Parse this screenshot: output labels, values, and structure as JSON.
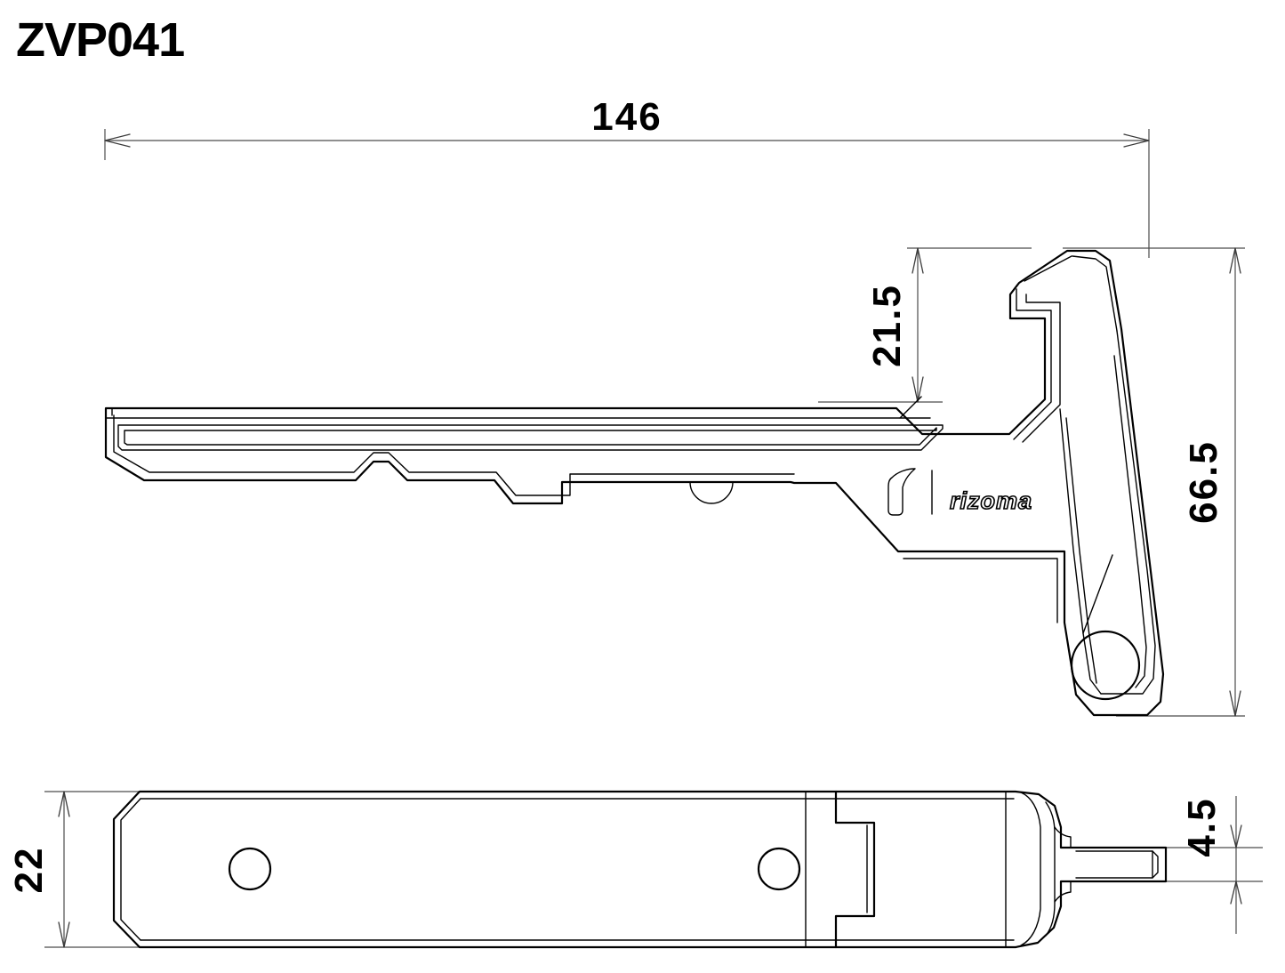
{
  "title": "ZVP041",
  "brand": {
    "name": "rizoma",
    "mark": "rizoma-r-mark"
  },
  "dimensions": {
    "overall_length": "146",
    "hook_height": "21.5",
    "overall_height": "66.5",
    "width": "22",
    "pin_diameter": "4.5"
  },
  "views": {
    "side": "side-profile-view",
    "top": "top-plan-view"
  },
  "drawing": {
    "units": "mm",
    "style": "technical-line-drawing",
    "line_color": "#000000",
    "dim_color": "#4c4c4c",
    "background": "#ffffff"
  },
  "features": {
    "mounting_hole": "mounting-hole",
    "plan_hole_left": "plan-hole-left",
    "plan_hole_right": "plan-hole-right",
    "pin": "end-pin",
    "groove": "long-groove",
    "notch": "profile-notch"
  }
}
